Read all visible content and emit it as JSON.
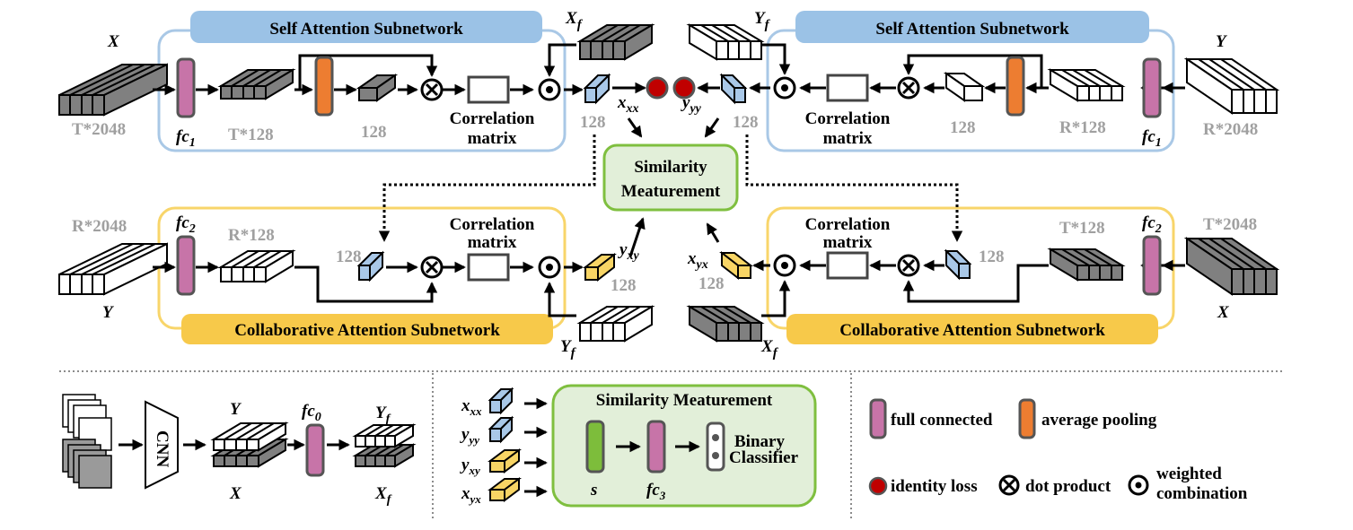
{
  "colors": {
    "self_panel_border": "#a9c8e6",
    "self_title_fill": "#9bc2e6",
    "collab_panel_border": "#f8d56a",
    "collab_title_fill": "#f7c94a",
    "sim_fill": "#e2efd9",
    "sim_border": "#7fbf3f",
    "fc_fill": "#c774a8",
    "pool_fill": "#ed7d31",
    "s_fill": "#7dbd3b",
    "blue_vec": "#a9c8e8",
    "yellow_vec": "#f8d565",
    "dark_feat": "#808080",
    "identity_loss": "#c00000",
    "gray_label": "#a0a0a0"
  },
  "top_left": {
    "title": "Self Attention Subnetwork",
    "input_label": "X",
    "input_dim": "T*2048",
    "fc_label": "fc",
    "fc_sub": "1",
    "feat_dim": "T*128",
    "pooled_dim": "128",
    "corr_label_1": "Correlation",
    "corr_label_2": "matrix",
    "xf_label": "X",
    "xf_sub": "f",
    "out_dim": "128",
    "out_label": "x",
    "out_sub": "xx"
  },
  "top_right": {
    "title": "Self Attention Subnetwork",
    "input_label": "Y",
    "input_dim": "R*2048",
    "fc_label": "fc",
    "fc_sub": "1",
    "feat_dim": "R*128",
    "pooled_dim": "128",
    "corr_label_1": "Correlation",
    "corr_label_2": "matrix",
    "yf_label": "Y",
    "yf_sub": "f",
    "out_dim": "128",
    "out_label": "y",
    "out_sub": "yy"
  },
  "similarity": {
    "line_1": "Similarity",
    "line_2": "Meaturement"
  },
  "bottom_left": {
    "title": "Collaborative Attention Subnetwork",
    "input_label": "Y",
    "input_dim": "R*2048",
    "fc_label": "fc",
    "fc_sub": "2",
    "feat_dim": "R*128",
    "pooled_dim": "128",
    "corr_label_1": "Correlation",
    "corr_label_2": "matrix",
    "yf_label": "Y",
    "yf_sub": "f",
    "out_dim": "128",
    "out_label": "y",
    "out_sub": "xy"
  },
  "bottom_right": {
    "title": "Collaborative Attention Subnetwork",
    "input_label": "X",
    "input_dim": "T*2048",
    "fc_label": "fc",
    "fc_sub": "2",
    "feat_dim": "T*128",
    "pooled_dim": "128",
    "corr_label_1": "Correlation",
    "corr_label_2": "matrix",
    "xf_label": "X",
    "xf_sub": "f",
    "out_dim": "128",
    "out_label": "x",
    "out_sub": "yx"
  },
  "legend_cnn": {
    "cnn_label": "CNN",
    "y_label": "Y",
    "x_label": "X",
    "fc_label": "fc",
    "fc_sub": "0",
    "yf_label": "Y",
    "yf_sub": "f",
    "xf_label": "X",
    "xf_sub": "f"
  },
  "legend_sim": {
    "title": "Similarity Meaturement",
    "inputs": [
      {
        "label": "x",
        "sub": "xx"
      },
      {
        "label": "y",
        "sub": "yy"
      },
      {
        "label": "y",
        "sub": "xy"
      },
      {
        "label": "x",
        "sub": "yx"
      }
    ],
    "s_label": "s",
    "fc_label": "fc",
    "fc_sub": "3",
    "classifier_1": "Binary",
    "classifier_2": "Classifier"
  },
  "legend_symbols": {
    "full_connected": "full connected",
    "average_pooling": "average pooling",
    "identity_loss": "identity loss",
    "dot_product": "dot product",
    "weighted_1": "weighted",
    "weighted_2": "combination"
  }
}
